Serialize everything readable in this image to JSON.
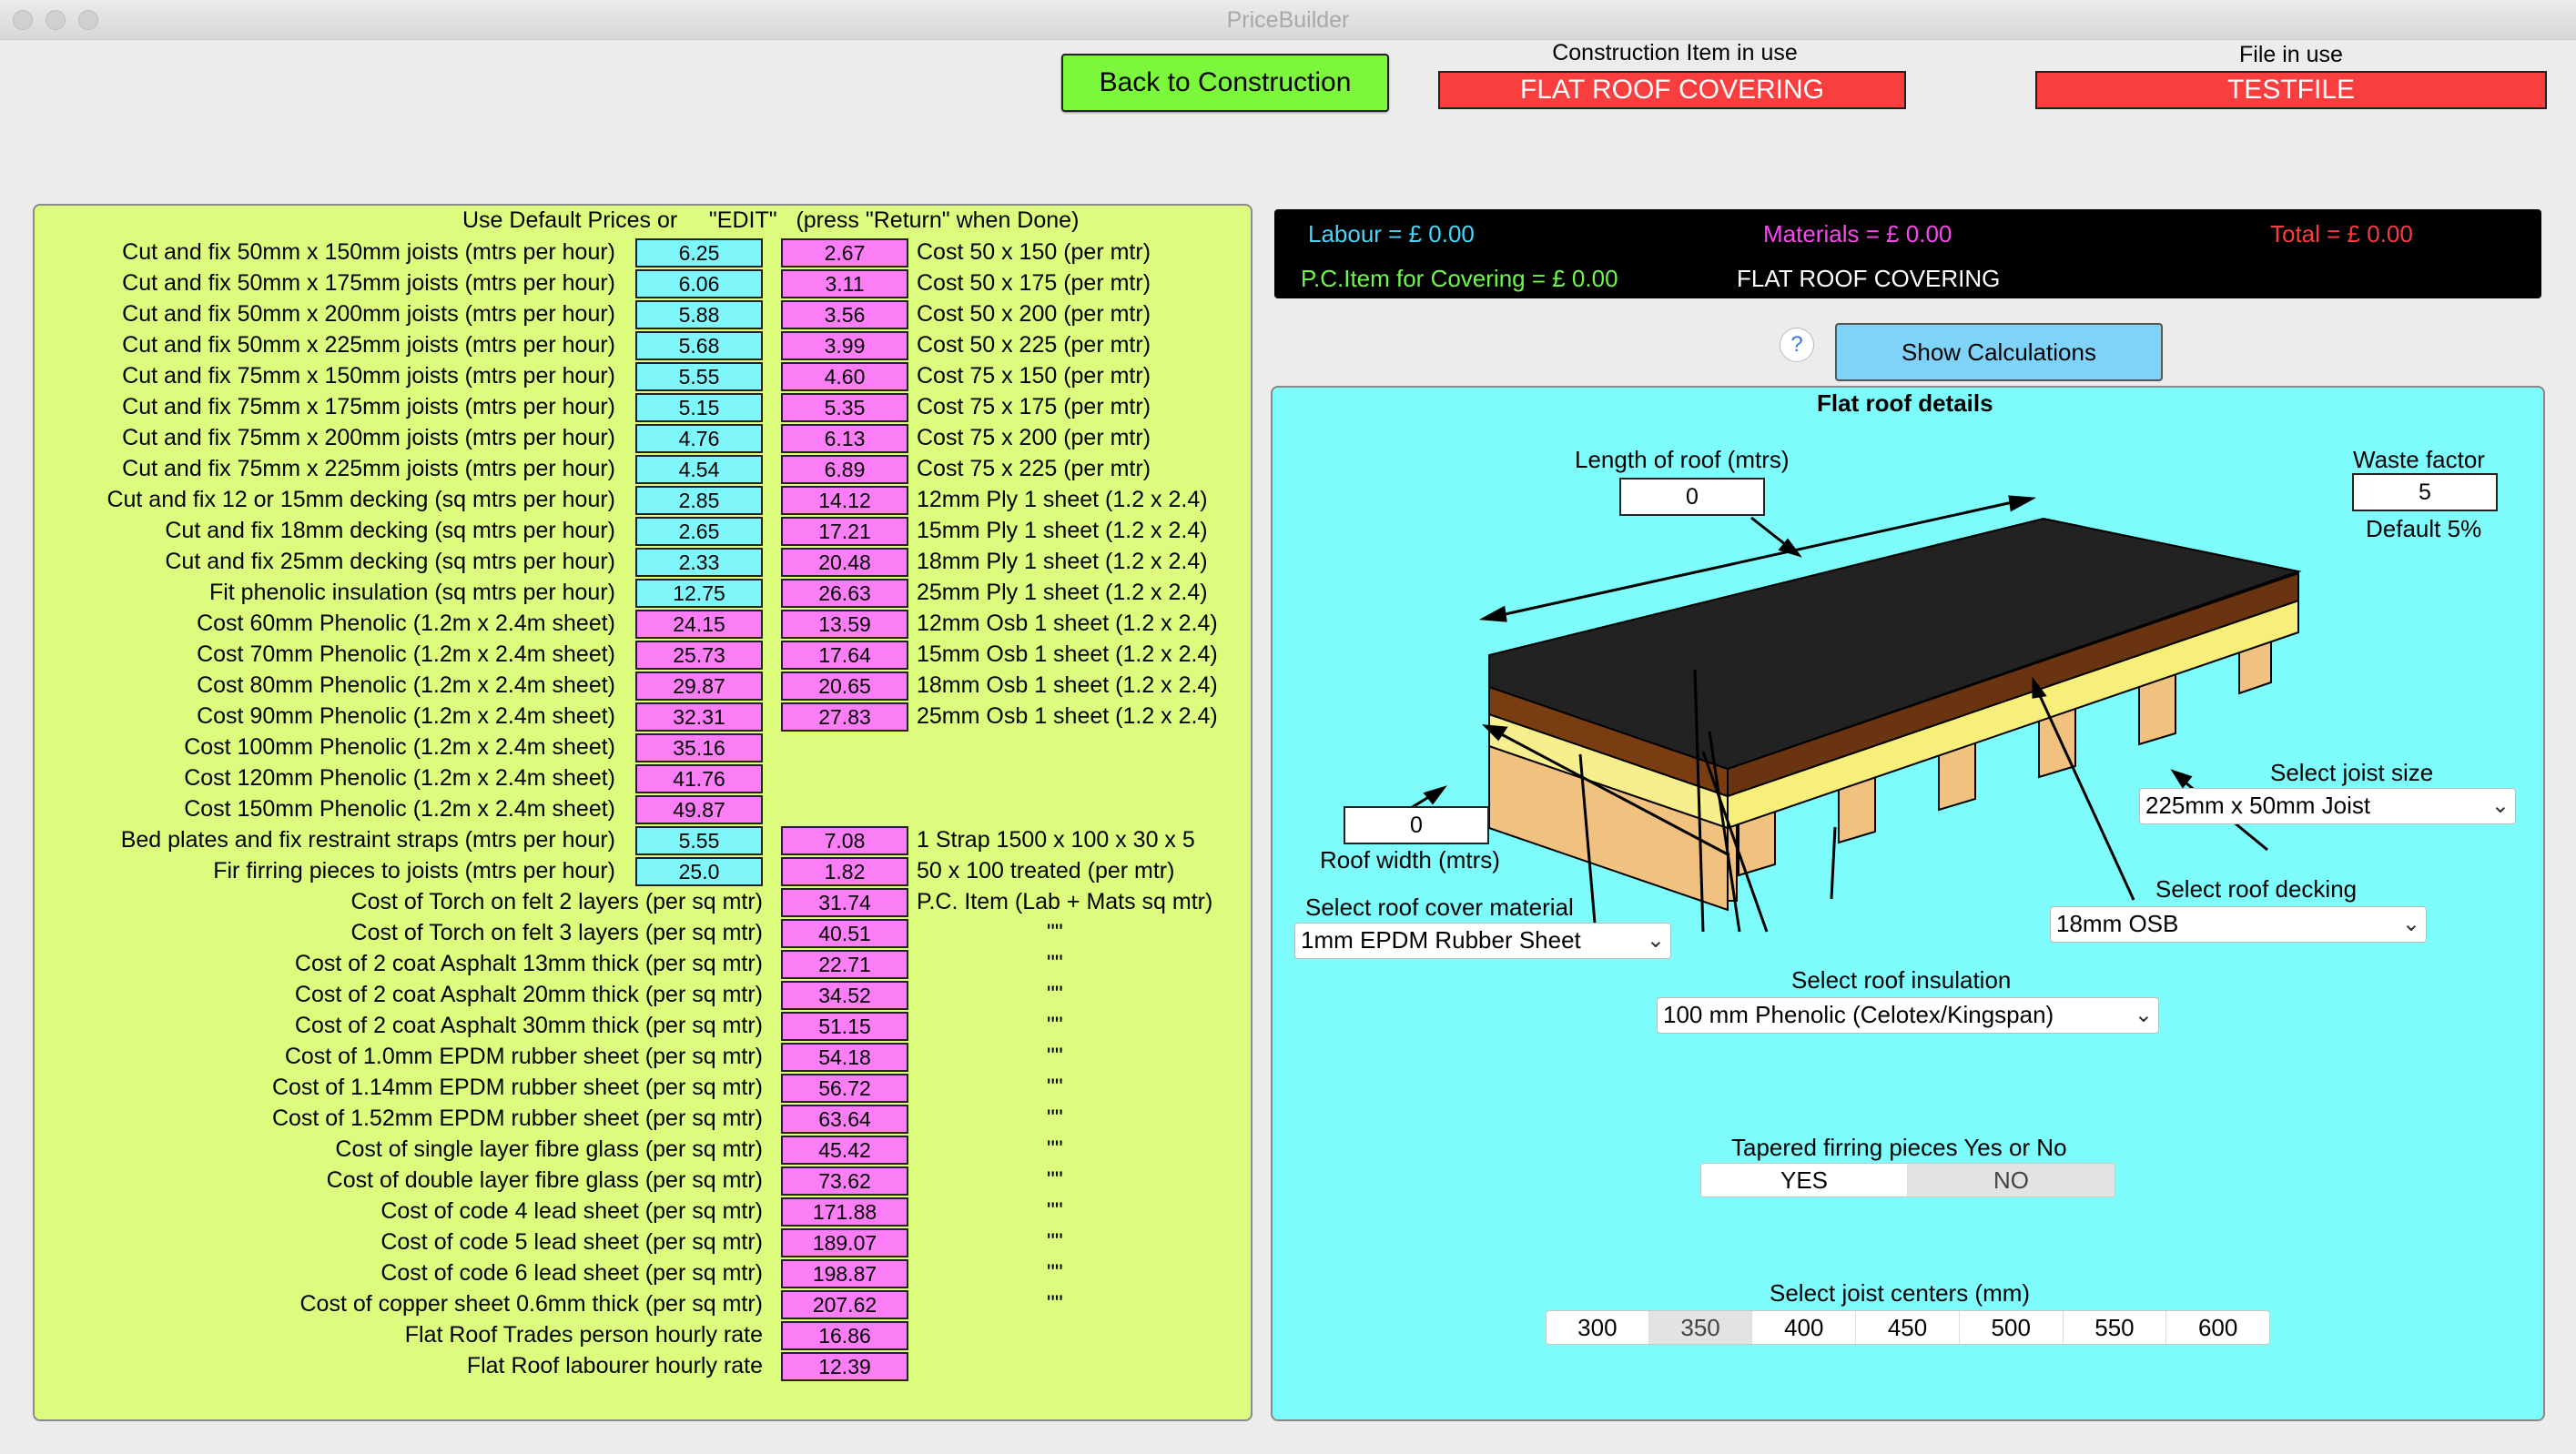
{
  "window": {
    "title": "PriceBuilder"
  },
  "top": {
    "back_button": "Back to Construction",
    "construction_label": "Construction Item in use",
    "construction_value": "FLAT ROOF COVERING",
    "file_label": "File in use",
    "file_value": "TESTFILE"
  },
  "left": {
    "header": "Use Default Prices or     \"EDIT\"   (press \"Return\" when Done)",
    "rows": [
      {
        "label": "Cut and fix 50mm x 150mm joists (mtrs per hour)",
        "c1": "6.25",
        "c1color": "cyan",
        "c2": "2.67",
        "right": "Cost 50 x 150 (per mtr)"
      },
      {
        "label": "Cut and fix 50mm x 175mm joists (mtrs per hour)",
        "c1": "6.06",
        "c1color": "cyan",
        "c2": "3.11",
        "right": "Cost 50 x 175 (per mtr)"
      },
      {
        "label": "Cut and fix 50mm x 200mm joists (mtrs per hour)",
        "c1": "5.88",
        "c1color": "cyan",
        "c2": "3.56",
        "right": "Cost 50 x 200 (per mtr)"
      },
      {
        "label": "Cut and fix 50mm x 225mm joists (mtrs per hour)",
        "c1": "5.68",
        "c1color": "cyan",
        "c2": "3.99",
        "right": "Cost 50 x 225 (per mtr)"
      },
      {
        "label": "Cut and fix 75mm x 150mm joists (mtrs per hour)",
        "c1": "5.55",
        "c1color": "cyan",
        "c2": "4.60",
        "right": "Cost 75 x 150 (per mtr)"
      },
      {
        "label": "Cut and fix 75mm x 175mm joists (mtrs per hour)",
        "c1": "5.15",
        "c1color": "cyan",
        "c2": "5.35",
        "right": "Cost 75 x 175 (per mtr)"
      },
      {
        "label": "Cut and fix 75mm x 200mm joists (mtrs per hour)",
        "c1": "4.76",
        "c1color": "cyan",
        "c2": "6.13",
        "right": "Cost 75 x 200 (per mtr)"
      },
      {
        "label": "Cut and fix 75mm x 225mm joists (mtrs per hour)",
        "c1": "4.54",
        "c1color": "cyan",
        "c2": "6.89",
        "right": "Cost 75 x 225 (per mtr)"
      },
      {
        "label": "Cut and fix 12 or 15mm decking (sq mtrs per hour)",
        "c1": "2.85",
        "c1color": "cyan",
        "c2": "14.12",
        "right": "12mm Ply 1 sheet (1.2 x 2.4)"
      },
      {
        "label": "Cut and fix 18mm decking (sq mtrs per hour)",
        "c1": "2.65",
        "c1color": "cyan",
        "c2": "17.21",
        "right": "15mm Ply 1 sheet (1.2 x 2.4)"
      },
      {
        "label": "Cut and fix 25mm decking (sq mtrs per hour)",
        "c1": "2.33",
        "c1color": "cyan",
        "c2": "20.48",
        "right": "18mm Ply 1 sheet (1.2 x 2.4)"
      },
      {
        "label": "Fit phenolic insulation (sq mtrs per hour)",
        "c1": "12.75",
        "c1color": "cyan",
        "c2": "26.63",
        "right": "25mm Ply 1 sheet (1.2 x 2.4)"
      },
      {
        "label": "Cost 60mm Phenolic (1.2m x 2.4m sheet)",
        "c1": "24.15",
        "c1color": "pink",
        "c2": "13.59",
        "right": "12mm Osb 1 sheet (1.2 x 2.4)"
      },
      {
        "label": "Cost 70mm Phenolic (1.2m x 2.4m sheet)",
        "c1": "25.73",
        "c1color": "pink",
        "c2": "17.64",
        "right": "15mm Osb 1 sheet (1.2 x 2.4)"
      },
      {
        "label": "Cost 80mm Phenolic (1.2m x 2.4m sheet)",
        "c1": "29.87",
        "c1color": "pink",
        "c2": "20.65",
        "right": "18mm Osb 1 sheet (1.2 x 2.4)"
      },
      {
        "label": "Cost 90mm Phenolic (1.2m x 2.4m sheet)",
        "c1": "32.31",
        "c1color": "pink",
        "c2": "27.83",
        "right": "25mm Osb 1 sheet (1.2 x 2.4)"
      },
      {
        "label": "Cost 100mm Phenolic (1.2m x 2.4m sheet)",
        "c1": "35.16",
        "c1color": "pink",
        "c2": "",
        "right": ""
      },
      {
        "label": "Cost 120mm Phenolic (1.2m x 2.4m sheet)",
        "c1": "41.76",
        "c1color": "pink",
        "c2": "",
        "right": ""
      },
      {
        "label": "Cost 150mm Phenolic (1.2m x 2.4m sheet)",
        "c1": "49.87",
        "c1color": "pink",
        "c2": "",
        "right": ""
      },
      {
        "label": "Bed plates and fix restraint straps (mtrs per hour)",
        "c1": "5.55",
        "c1color": "cyan",
        "c2": "7.08",
        "right": "1 Strap 1500 x 100 x 30 x 5"
      },
      {
        "label": "Fir firring pieces to joists (mtrs per hour)",
        "c1": "25.0",
        "c1color": "cyan",
        "c2": "1.82",
        "right": "50 x 100 treated (per mtr)"
      }
    ],
    "rows2": [
      {
        "label": "Cost of Torch on felt 2 layers (per sq mtr)",
        "c2": "31.74",
        "right": "P.C. Item (Lab + Mats sq mtr)"
      },
      {
        "label": "Cost of Torch on felt 3 layers (per sq mtr)",
        "c2": "40.51",
        "right": "\"\""
      },
      {
        "label": "Cost of 2 coat Asphalt 13mm thick (per sq mtr)",
        "c2": "22.71",
        "right": "\"\""
      },
      {
        "label": "Cost of 2 coat Asphalt 20mm thick (per sq mtr)",
        "c2": "34.52",
        "right": "\"\""
      },
      {
        "label": "Cost of 2 coat Asphalt 30mm thick (per sq mtr)",
        "c2": "51.15",
        "right": "\"\""
      },
      {
        "label": "Cost of 1.0mm EPDM rubber sheet (per sq mtr)",
        "c2": "54.18",
        "right": "\"\""
      },
      {
        "label": "Cost of 1.14mm EPDM rubber sheet (per sq mtr)",
        "c2": "56.72",
        "right": "\"\""
      },
      {
        "label": "Cost of 1.52mm EPDM rubber sheet (per sq mtr)",
        "c2": "63.64",
        "right": "\"\""
      },
      {
        "label": "Cost of single layer fibre glass (per sq mtr)",
        "c2": "45.42",
        "right": "\"\""
      },
      {
        "label": "Cost of double layer fibre glass (per sq mtr)",
        "c2": "73.62",
        "right": "\"\""
      },
      {
        "label": "Cost of code 4 lead sheet (per sq mtr)",
        "c2": "171.88",
        "right": "\"\""
      },
      {
        "label": "Cost of code 5 lead sheet (per sq mtr)",
        "c2": "189.07",
        "right": "\"\""
      },
      {
        "label": "Cost of code 6 lead sheet (per sq mtr)",
        "c2": "198.87",
        "right": "\"\""
      },
      {
        "label": "Cost of copper sheet 0.6mm thick (per sq mtr)",
        "c2": "207.62",
        "right": "\"\""
      },
      {
        "label": "Flat Roof Trades person hourly rate",
        "c2": "16.86",
        "right": ""
      },
      {
        "label": "Flat Roof labourer hourly rate",
        "c2": "12.39",
        "right": ""
      }
    ]
  },
  "summary": {
    "labour": "Labour = £    0.00",
    "materials": "Materials = £ 0.00",
    "total": "Total = £  0.00",
    "pc_item": "P.C.Item for Covering = £    0.00",
    "item": "FLAT ROOF COVERING",
    "colors": {
      "labour": "#47d6fa",
      "materials": "#fa47f0",
      "total": "#fa3c3c",
      "pc": "#6dfa47"
    }
  },
  "help_label": "?",
  "show_calculations": "Show Calculations",
  "roof": {
    "title": "Flat roof details",
    "length_label": "Length of roof (mtrs)",
    "length_value": "0",
    "waste_label": "Waste factor",
    "waste_value": "5",
    "waste_default": "Default 5%",
    "width_value": "0",
    "width_label": "Roof width (mtrs)",
    "joist_label": "Select joist size",
    "joist_value": "225mm x 50mm Joist",
    "cover_label": "Select roof cover material",
    "cover_value": "1mm EPDM Rubber Sheet",
    "decking_label": "Select roof decking",
    "decking_value": "18mm OSB",
    "insulation_label": "Select roof insulation",
    "insulation_value": "100 mm Phenolic (Celotex/Kingspan)",
    "tapered_label": "Tapered firring pieces Yes or No",
    "tapered_options": [
      "YES",
      "NO"
    ],
    "centers_label": "Select joist centers (mm)",
    "centers_options": [
      "300",
      "350",
      "400",
      "450",
      "500",
      "550",
      "600"
    ]
  }
}
